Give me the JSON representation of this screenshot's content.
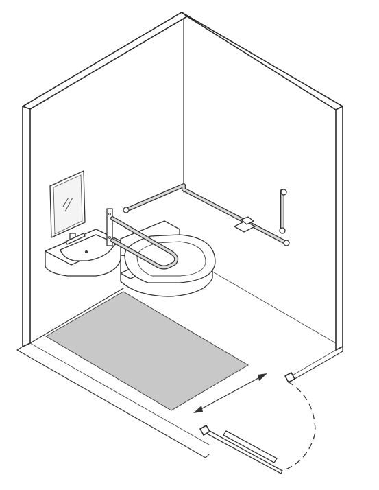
{
  "diagram": {
    "subject": "accessible-wc-isometric",
    "colors": {
      "line": "#333333",
      "floor_zone": "#c8c8c8",
      "rail_fill": "#d9d9d9",
      "mirror_glass": "#f4f4f4"
    },
    "elements": [
      "wall-left",
      "wall-back-left",
      "wall-back-right",
      "wall-right",
      "mirror",
      "washbasin",
      "drop-down-grab-rail",
      "toilet",
      "l-shaped-grab-rail",
      "vertical-grab-rail",
      "toilet-roll-holder",
      "transfer-space",
      "door-swing",
      "door-clear-width-dimension"
    ]
  }
}
